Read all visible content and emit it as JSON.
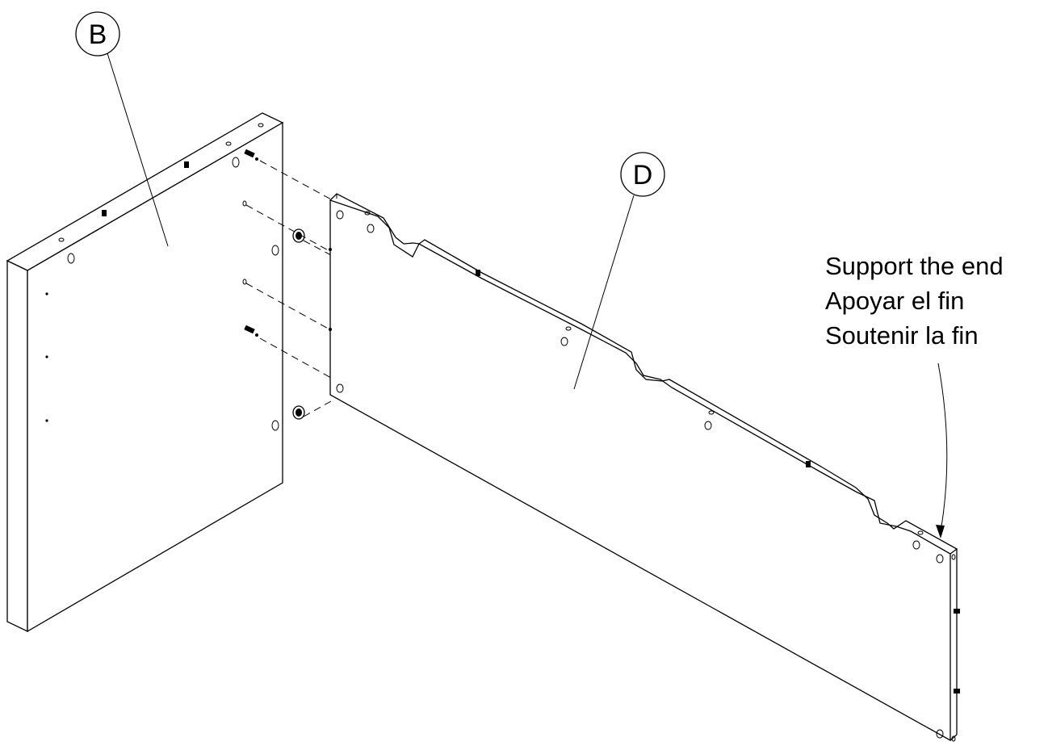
{
  "callouts": {
    "part_b": "B",
    "part_d": "D"
  },
  "note": {
    "line_en": "Support the end",
    "line_es": "Apoyar el fin",
    "line_fr": "Soutenir la fin"
  },
  "colors": {
    "ink": "#000000",
    "paper": "#ffffff"
  }
}
